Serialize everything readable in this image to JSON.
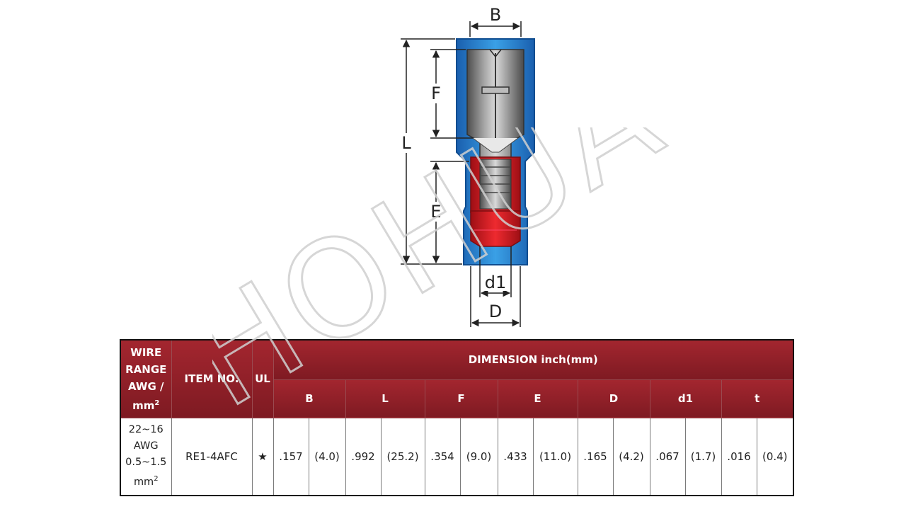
{
  "diagram": {
    "labels": {
      "B": "B",
      "F": "F",
      "L": "L",
      "E": "E",
      "d1": "d1",
      "D": "D"
    },
    "colors": {
      "insulation": "#2e8bd6",
      "insulation_dark": "#1d67b1",
      "metal": "#9a9a9a",
      "metal_dark": "#5b5b5b",
      "sleeve": "#d51f26"
    }
  },
  "watermark": {
    "text": "HOHUA"
  },
  "table": {
    "header_bg": "#8e1e27",
    "wire_range_label": "WIRE RANGE AWG / mm",
    "wire_range_sup": "2",
    "item_no_label": "ITEM NO.",
    "ul_label": "UL",
    "dimension_label": "DIMENSION inch(mm)",
    "columns": [
      "B",
      "L",
      "F",
      "E",
      "D",
      "d1",
      "t"
    ],
    "row": {
      "wire_range_awg": "22~16 AWG",
      "wire_range_mm": "0.5~1.5",
      "wire_range_mm_unit": "mm",
      "wire_range_mm_sup": "2",
      "item_no": "RE1-4AFC",
      "ul": "★",
      "values": [
        {
          "inch": ".157",
          "mm": "(4.0)"
        },
        {
          "inch": ".992",
          "mm": "(25.2)"
        },
        {
          "inch": ".354",
          "mm": "(9.0)"
        },
        {
          "inch": ".433",
          "mm": "(11.0)"
        },
        {
          "inch": ".165",
          "mm": "(4.2)"
        },
        {
          "inch": ".067",
          "mm": "(1.7)"
        },
        {
          "inch": ".016",
          "mm": "(0.4)"
        }
      ]
    }
  }
}
